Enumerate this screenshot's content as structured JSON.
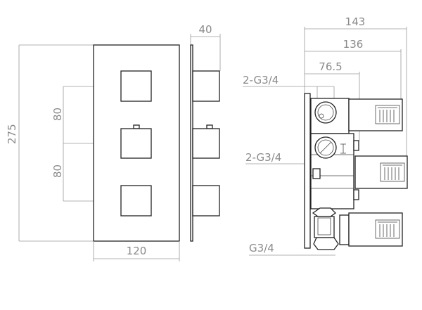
{
  "front_view": {
    "height_label": "275",
    "spacing_top_label": "80",
    "spacing_bottom_label": "80",
    "width_label": "120"
  },
  "side_view": {
    "depth_label": "40"
  },
  "section_view": {
    "overall_depth_label": "143",
    "knob_depth_label": "136",
    "body_depth_label": "76.5",
    "top_inlet_label": "2-G3/4",
    "middle_inlet_label": "2-G3/4",
    "bottom_outlet_label": "G3/4"
  }
}
